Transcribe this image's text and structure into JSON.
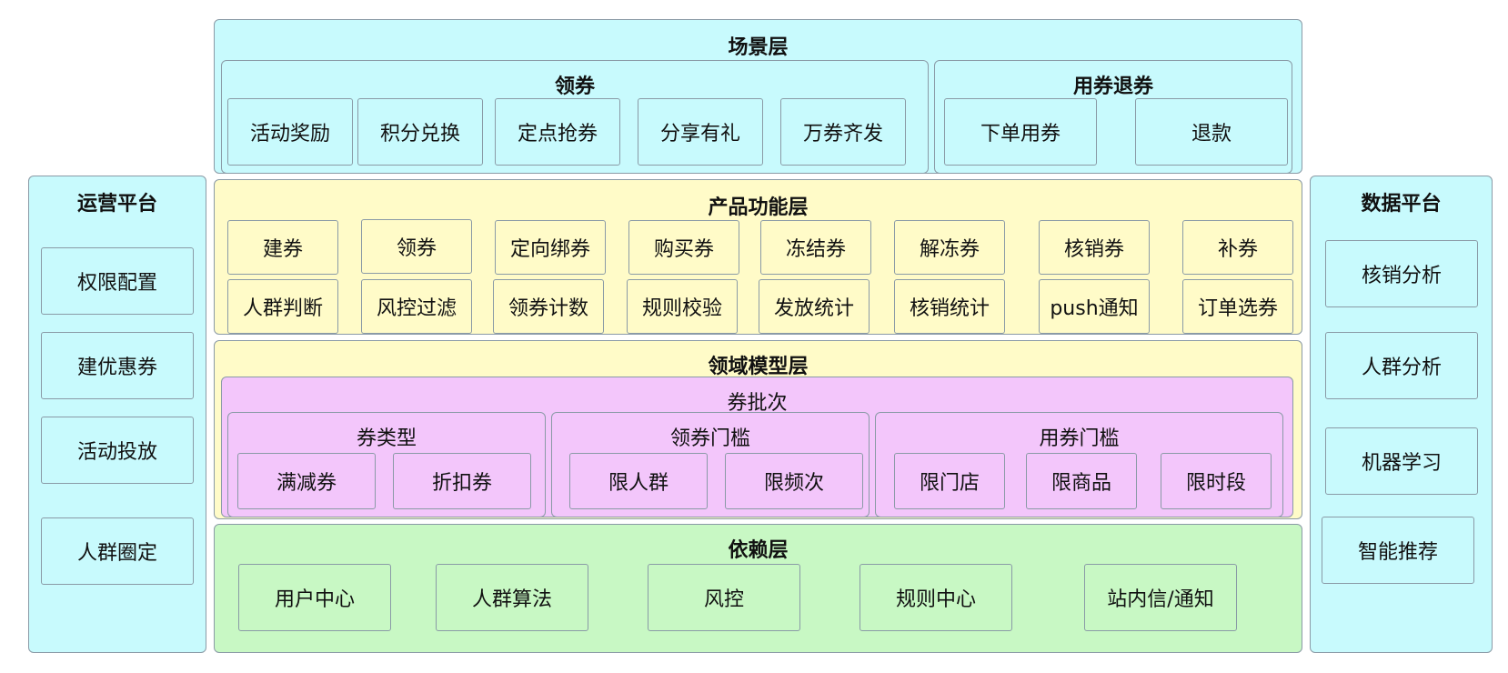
{
  "scene_layer": {
    "title": "场景层",
    "get_coupon": {
      "title": "领券",
      "items": [
        "活动奖励",
        "积分兑换",
        "定点抢券",
        "分享有礼",
        "万券齐发"
      ]
    },
    "use_refund": {
      "title": "用券退券",
      "items": [
        "下单用券",
        "退款"
      ]
    }
  },
  "ops_platform": {
    "title": "运营平台",
    "items": [
      "权限配置",
      "建优惠券",
      "活动投放",
      "人群圈定"
    ]
  },
  "data_platform": {
    "title": "数据平台",
    "items": [
      "核销分析",
      "人群分析",
      "机器学习",
      "智能推荐"
    ]
  },
  "product_layer": {
    "title": "产品功能层",
    "row1": [
      "建券",
      "领券",
      "定向绑券",
      "购买券",
      "冻结券",
      "解冻券",
      "核销券",
      "补券"
    ],
    "row2": [
      "人群判断",
      "风控过滤",
      "领券计数",
      "规则校验",
      "发放统计",
      "核销统计",
      "push通知",
      "订单选券"
    ]
  },
  "domain_layer": {
    "title": "领域模型层",
    "batch": {
      "title": "券批次",
      "coupon_type": {
        "title": "券类型",
        "items": [
          "满减券",
          "折扣券"
        ]
      },
      "get_threshold": {
        "title": "领券门槛",
        "items": [
          "限人群",
          "限频次"
        ]
      },
      "use_threshold": {
        "title": "用券门槛",
        "items": [
          "限门店",
          "限商品",
          "限时段"
        ]
      }
    }
  },
  "dependency_layer": {
    "title": "依赖层",
    "items": [
      "用户中心",
      "人群算法",
      "风控",
      "规则中心",
      "站内信/通知"
    ]
  },
  "colors": {
    "cyan": "#c8fafd",
    "yellow": "#fffbc8",
    "pink": "#f3c6fb",
    "green": "#c8f8c4",
    "border": "#8a9aa6"
  }
}
